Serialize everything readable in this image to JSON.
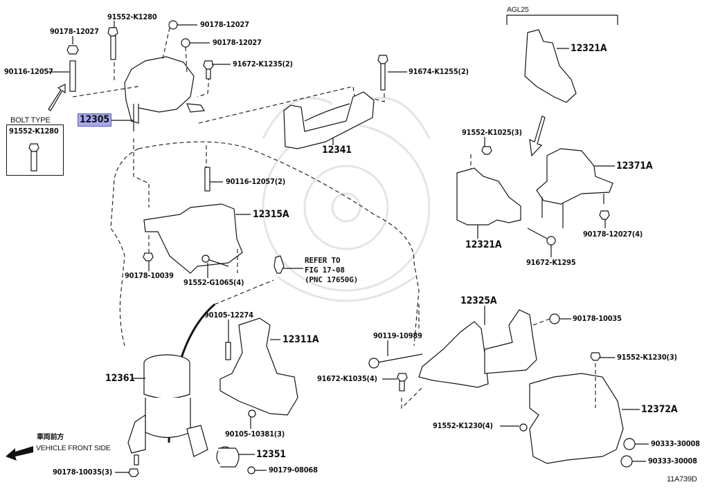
{
  "diagram": {
    "figure_code": "11A739D",
    "highlighted_part": "12305",
    "variant_bracket_label": "AGL25",
    "bolt_type": {
      "title": "BOLT TYPE",
      "part": "91552-K1280"
    },
    "refer_note": {
      "line1": "REFER TO",
      "line2": "FIG 17-08",
      "line3": "(PNC 17650G)"
    },
    "direction": {
      "jp": "車両前方",
      "en": "VEHICLE FRONT SIDE"
    },
    "highlight_color": "#a8a8e8",
    "callouts": [
      {
        "id": "c01",
        "text": "91552-K1280"
      },
      {
        "id": "c02",
        "text": "90178-12027"
      },
      {
        "id": "c03",
        "text": "90178-12027"
      },
      {
        "id": "c04",
        "text": "90178-12027"
      },
      {
        "id": "c05",
        "text": "90116-12057"
      },
      {
        "id": "c06",
        "text": "91672-K1235(2)"
      },
      {
        "id": "c07",
        "text": "91674-K1255(2)"
      },
      {
        "id": "c08",
        "text": "12305"
      },
      {
        "id": "c09",
        "text": "12341"
      },
      {
        "id": "c10",
        "text": "12321A"
      },
      {
        "id": "c11",
        "text": "91552-K1025(3)"
      },
      {
        "id": "c12",
        "text": "12371A"
      },
      {
        "id": "c13",
        "text": "12321A"
      },
      {
        "id": "c14",
        "text": "90178-12027(4)"
      },
      {
        "id": "c15",
        "text": "91672-K1295"
      },
      {
        "id": "c16",
        "text": "90116-12057(2)"
      },
      {
        "id": "c17",
        "text": "12315A"
      },
      {
        "id": "c18",
        "text": "90178-10039"
      },
      {
        "id": "c19",
        "text": "91552-G1065(4)"
      },
      {
        "id": "c20",
        "text": "90105-12274"
      },
      {
        "id": "c21",
        "text": "12311A"
      },
      {
        "id": "c22",
        "text": "12361"
      },
      {
        "id": "c23",
        "text": "90105-10381(3)"
      },
      {
        "id": "c24",
        "text": "12351"
      },
      {
        "id": "c25",
        "text": "90179-08068"
      },
      {
        "id": "c26",
        "text": "90178-10035(3)"
      },
      {
        "id": "c27",
        "text": "12325A"
      },
      {
        "id": "c28",
        "text": "90178-10035"
      },
      {
        "id": "c29",
        "text": "90119-10989"
      },
      {
        "id": "c30",
        "text": "91552-K1230(3)"
      },
      {
        "id": "c31",
        "text": "91672-K1035(4)"
      },
      {
        "id": "c32",
        "text": "12372A"
      },
      {
        "id": "c33",
        "text": "91552-K1230(4)"
      },
      {
        "id": "c34",
        "text": "90333-30008"
      },
      {
        "id": "c35",
        "text": "90333-30008"
      }
    ]
  }
}
